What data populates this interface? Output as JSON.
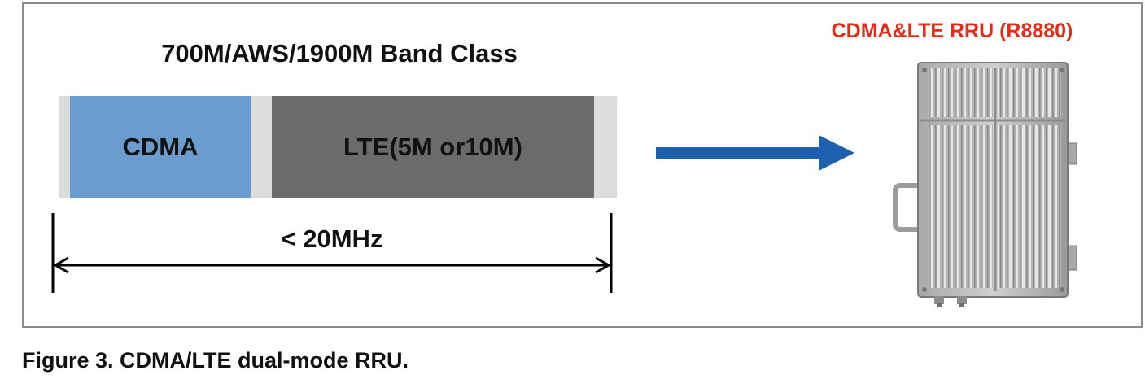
{
  "band_class_title": "700M/AWS/1900M Band Class",
  "segments": {
    "cdma": {
      "label": "CDMA",
      "color": "#6a9ccf"
    },
    "lte": {
      "label": "LTE(5M or10M)",
      "color": "#6b6b6b"
    },
    "guard_color": "#dcdcdc"
  },
  "bandwidth_label": "< 20MHz",
  "rru": {
    "title": "CDMA&LTE RRU (R8880)",
    "title_color": "#e52b18",
    "icon": "rru-unit-icon"
  },
  "arrow": {
    "color": "#1f5fb0",
    "icon": "arrow-right-icon"
  },
  "caption": "Figure 3. CDMA/LTE dual-mode RRU."
}
